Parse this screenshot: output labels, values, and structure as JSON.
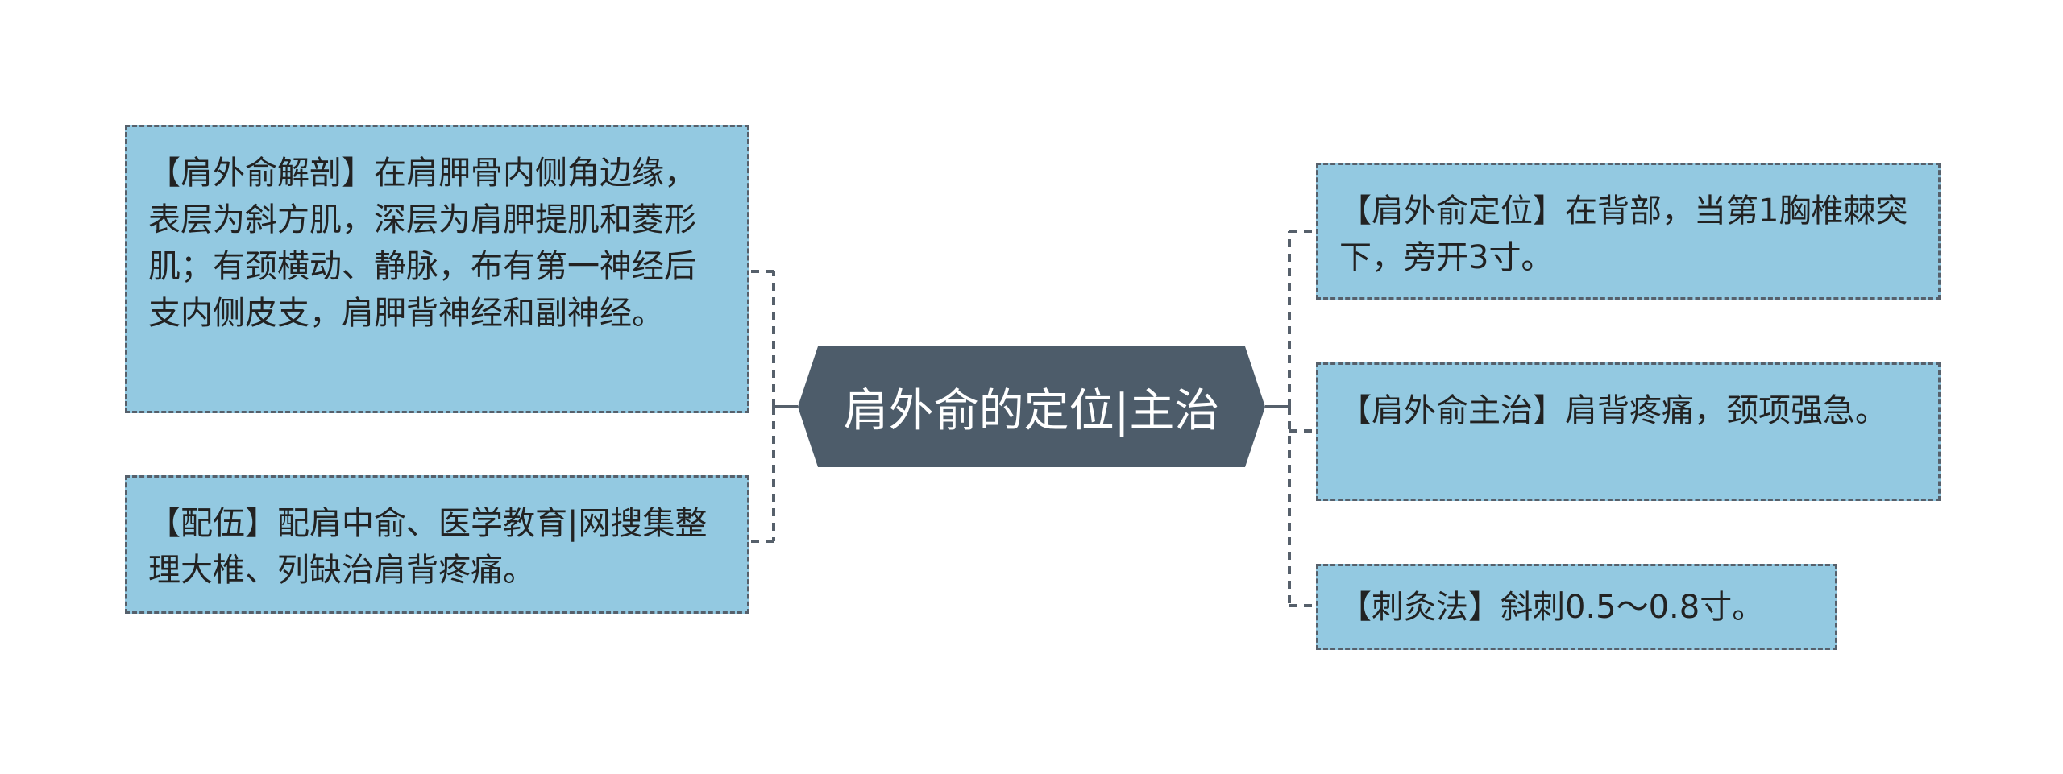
{
  "center": {
    "label": "肩外俞的定位|主治"
  },
  "left_nodes": [
    {
      "text": "【肩外俞解剖】在肩胛骨内侧角边缘，表层为斜方肌，深层为肩胛提肌和菱形肌；有颈横动、静脉，布有第一神经后支内侧皮支，肩胛背神经和副神经。"
    },
    {
      "text": "【配伍】配肩中俞、医学教育|网搜集整理大椎、列缺治肩背疼痛。"
    }
  ],
  "right_nodes": [
    {
      "text": "【肩外俞定位】在背部，当第1胸椎棘突下，旁开3寸。"
    },
    {
      "text": "【肩外俞主治】肩背疼痛，颈项强急。"
    },
    {
      "text": "【刺灸法】斜刺0.5～0.8寸。"
    }
  ],
  "colors": {
    "center_fill": "#4d5c6a",
    "node_fill": "#93c9e1",
    "border": "#56606b",
    "connector": "#56606b"
  }
}
